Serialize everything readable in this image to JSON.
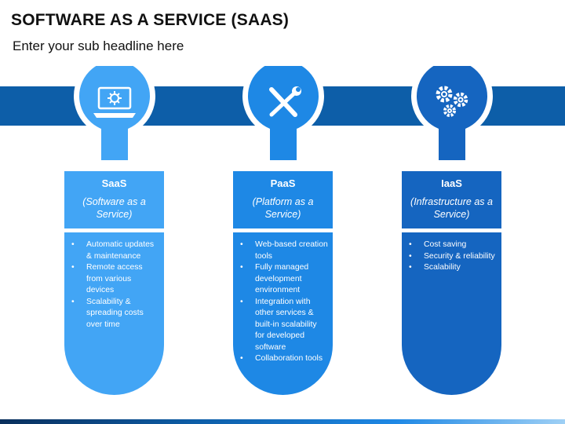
{
  "header": {
    "title": "SOFTWARE AS A SERVICE (SAAS)",
    "subtitle": "Enter your sub headline here"
  },
  "colors": {
    "band": "#0d5ea8",
    "saas_light": "#42a5f5",
    "saas_dark": "#1e88e5",
    "paas_light": "#1e88e5",
    "paas_dark": "#1565c0",
    "iaas_light": "#1565c0",
    "iaas_dark": "#0d47a1"
  },
  "columns": [
    {
      "name": "SaaS",
      "description": "(Software as a Service)",
      "icon": "laptop-gear-icon",
      "bullets": [
        "Automatic updates & maintenance",
        "Remote access from various devices",
        "Scalability & spreading costs over time"
      ]
    },
    {
      "name": "PaaS",
      "description": "(Platform as a Service)",
      "icon": "wrench-screwdriver-icon",
      "bullets": [
        "Web-based creation tools",
        "Fully managed development environment",
        "Integration with other services & built-in scalability for developed software",
        "Collaboration tools"
      ]
    },
    {
      "name": "IaaS",
      "description": "(Infrastructure as a Service)",
      "icon": "gears-icon",
      "bullets": [
        "Cost saving",
        "Security & reliability",
        "Scalability"
      ]
    }
  ]
}
